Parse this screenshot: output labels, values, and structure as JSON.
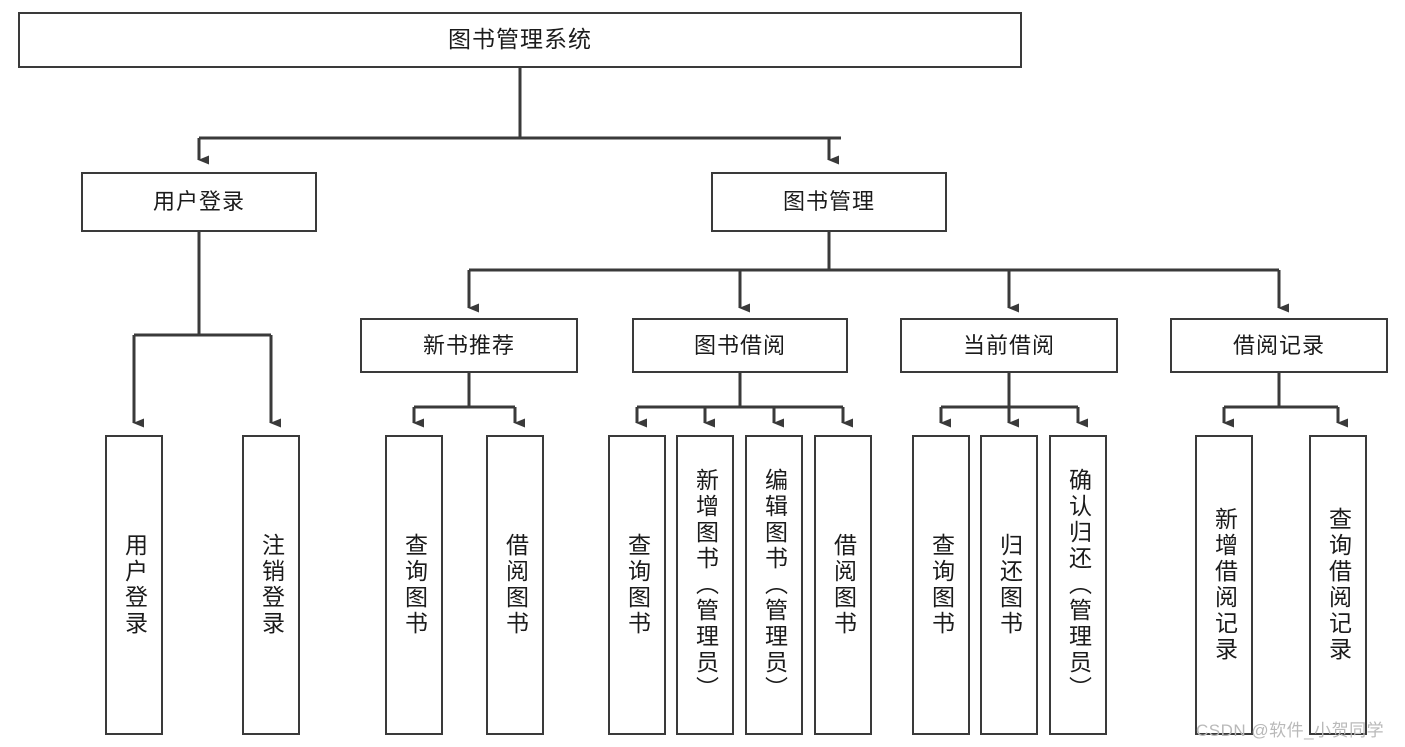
{
  "diagram": {
    "type": "tree-hierarchy-chart",
    "title": "图书管理系统",
    "watermark": "CSDN @软件_小贺同学",
    "colors": {
      "box_border": "#3a3a3a",
      "box_fill": "#ffffff",
      "edge": "#3a3a3a",
      "text": "#1b1b1b",
      "watermark": "#b9b9b9",
      "background": "#ffffff"
    },
    "nodes": {
      "root": {
        "label": "图书管理系统"
      },
      "level2": [
        {
          "id": "user-login",
          "label": "用户登录"
        },
        {
          "id": "book-management",
          "label": "图书管理"
        }
      ],
      "level3": [
        {
          "id": "new-book-recommend",
          "label": "新书推荐"
        },
        {
          "id": "book-borrow",
          "label": "图书借阅"
        },
        {
          "id": "current-borrow",
          "label": "当前借阅"
        },
        {
          "id": "borrow-record",
          "label": "借阅记录"
        }
      ],
      "leaves": {
        "user_login": [
          {
            "id": "leaf-user-login",
            "label": "用户登录"
          },
          {
            "id": "leaf-logout-login",
            "label": "注销登录"
          }
        ],
        "new_book_recommend": [
          {
            "id": "leaf-query-book-1",
            "label": "查询图书"
          },
          {
            "id": "leaf-borrow-book-1",
            "label": "借阅图书"
          }
        ],
        "book_borrow": [
          {
            "id": "leaf-query-book-2",
            "label": "查询图书"
          },
          {
            "id": "leaf-add-book",
            "label": "新增图书（管理员）"
          },
          {
            "id": "leaf-edit-book",
            "label": "编辑图书（管理员）"
          },
          {
            "id": "leaf-borrow-book-2",
            "label": "借阅图书"
          }
        ],
        "current_borrow": [
          {
            "id": "leaf-query-book-3",
            "label": "查询图书"
          },
          {
            "id": "leaf-return-book",
            "label": "归还图书"
          },
          {
            "id": "leaf-confirm-return",
            "label": "确认归还（管理员）"
          }
        ],
        "borrow_record": [
          {
            "id": "leaf-add-record",
            "label": "新增借阅记录"
          },
          {
            "id": "leaf-query-record",
            "label": "查询借阅记录"
          }
        ]
      }
    }
  }
}
